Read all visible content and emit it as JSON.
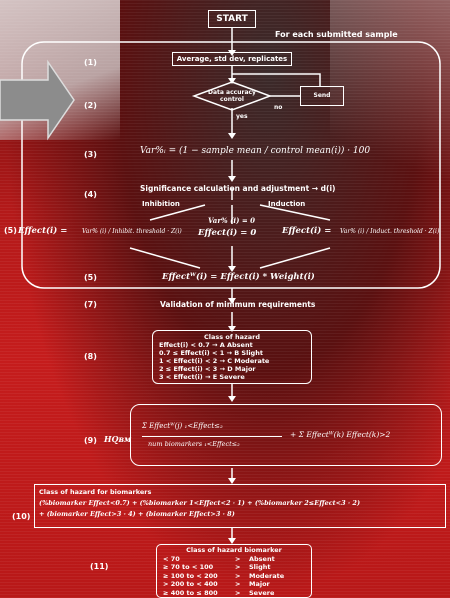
{
  "start": "START",
  "for_each": "For each submitted sample",
  "steps": {
    "s1": "(1)",
    "s2": "(2)",
    "s3": "(3)",
    "s4": "(4)",
    "s5": "(5)",
    "s5b": "(5)",
    "s7": "(7)",
    "s8": "(8)",
    "s9": "(9)",
    "s10": "(10)",
    "s11": "(11)"
  },
  "avg_box": "Average, std dev, replicates",
  "diamond": "Data accuracy control",
  "diamond_no": "no",
  "diamond_yes": "yes",
  "side_box": "Send",
  "formula3": "Var%ᵢ = (1 − sample mean / control mean(i)) · 100",
  "signif": "Significance calculation and adjustment → d(i)",
  "inhibition": "Inhibition",
  "induction": "Induction",
  "var_zero": "Var% (i) = 0",
  "eff_left": "Effect(i) =",
  "eff_left_frac": "Var% (i) / Inhibit. threshold · Z(i)",
  "eff_mid": "Effect(i) = 0",
  "eff_right": "Effect(i) =",
  "eff_right_frac": "Var% (i) / Induct. threshold · Z(i)",
  "weighted": "Effectᵂ(i) = Effect(i) * Weight(i)",
  "validation": "Validation of minimum requirements",
  "hazard": {
    "title": "Class of hazard",
    "rows": [
      "Effect(i) < 0.7  →  A  Absent",
      "0.7 ≤ Effect(i) < 1  →  B  Slight",
      "1  < Effect(i) < 2  →  C  Moderate",
      "2  ≤ Effect(i) < 3  →  D  Major",
      "3  < Effect(i)  →  E  Severe"
    ]
  },
  "hq_label": "HQʙᴍ",
  "hq_sum_top": "Σ Effectᵂ(j) ₁<Effect≤₂",
  "hq_sum_bottom": "num biomarkers ₁<Effect≤₂",
  "hq_plus": "+  Σ Effectᵂ(k) Effect(k)>2",
  "hazard_bio": {
    "title": "Class of hazard for biomarkers",
    "line1": "(%biomarker Effect<0.7) + (%biomarker 1<Effect<2 · 1) + (%biomarker 2≤Effect<3 · 2)",
    "line2": "+ (biomarker Effect>3 · 4) + (biomarker Effect>3 · 8)"
  },
  "final": {
    "title": "Class of hazard biomarker",
    "rows": [
      {
        "range": "< 70",
        "label": "Absent"
      },
      {
        "range": "≥ 70 to < 100",
        "label": "Slight"
      },
      {
        "range": "≥ 100 to < 200",
        "label": "Moderate"
      },
      {
        "range": "> 200 to < 400",
        "label": "Major"
      },
      {
        "range": "≥ 400 to ≤ 800",
        "label": "Severe"
      }
    ]
  }
}
